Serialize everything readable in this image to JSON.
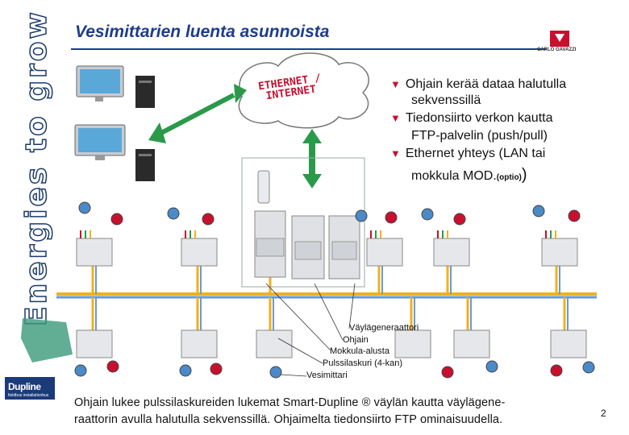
{
  "sidebar": {
    "slogan": "Energies to grow up"
  },
  "header": {
    "title": "Vesimittarien luenta asunnoista"
  },
  "brand": {
    "logo_text": "CARLO GAVAZZI",
    "accent": "#c8102e"
  },
  "cloud": {
    "line1": "ETHERNET /",
    "line2": "INTERNET"
  },
  "bullets": {
    "b1_line1": "Ohjain kerää dataa halutulla",
    "b1_line2": "sekvenssillä",
    "b2_line1": "Tiedonsiirto verkon kautta",
    "b2_line2": "FTP-palvelin (push/pull)",
    "b3_line1": "Ethernet yhteys (LAN tai",
    "b3_line2_prefix": "mokkula MOD.",
    "b3_line2_sub": "(optio)",
    "b3_line2_suffix": ")"
  },
  "legend": {
    "l1": "Väylägeneraattori",
    "l2": "Ohjain",
    "l3": "Mokkula-alusta",
    "l4": "Pulssilaskuri (4-kan)",
    "l5": "Vesimittari"
  },
  "caption": {
    "line1": "Ohjain lukee pulssilaskureiden lukemat Smart-Dupline ® väylän kautta väylägene-",
    "line2": "raattorin avulla halutulla sekvenssillä. Ohjaimelta tiedonsiirto FTP ominaisuudella."
  },
  "footer": {
    "brand": "Dupline",
    "brand_sub": "fieldbus installationbus",
    "page_number": "2"
  },
  "colors": {
    "bus_yellow": "#f0b020",
    "bus_blue": "#6a9ad0",
    "arrow_green": "#2a9a4a",
    "title_blue": "#1d3c8c"
  }
}
